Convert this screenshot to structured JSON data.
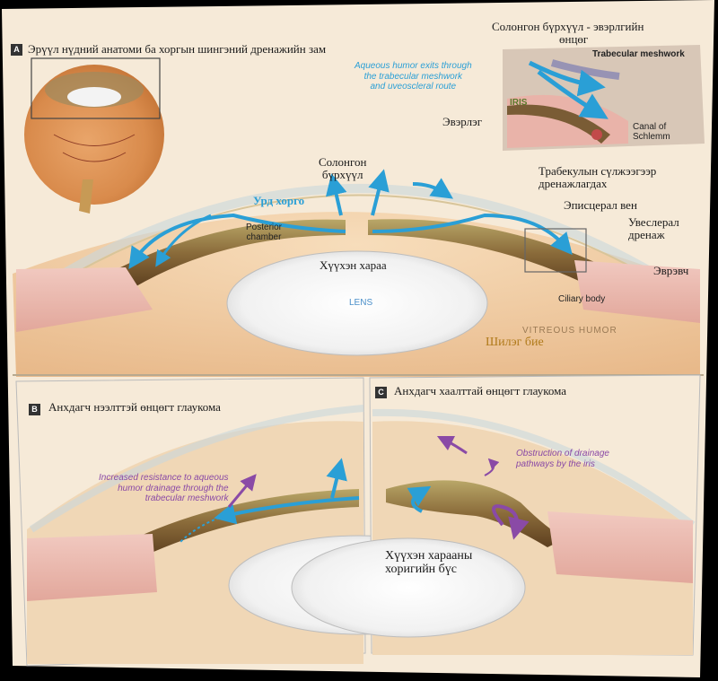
{
  "panel_a": {
    "badge": "A",
    "title": "Эрүүл нүдний анатоми ба хоргын шингэний дренажийн зам",
    "inset_title_line1": "Солонгон бүрхүүл - эвэрлгийн",
    "inset_title_line2": "өнцөг",
    "inset_caption": [
      "Aqueous humor exits through",
      "the trabecular meshwork",
      "and uveoscleral route"
    ],
    "inset_labels": {
      "trabecular": "Trabecular meshwork",
      "iris": "IRIS",
      "canal": [
        "Canal of",
        "Schlemm"
      ]
    },
    "labels": {
      "cornea": "Эвэрлэг",
      "iris": [
        "Солонгон",
        "бүрхүүл"
      ],
      "anterior_chamber": "Урд хорго",
      "posterior_chamber": [
        "Posterior",
        "chamber"
      ],
      "pupil": "Хүүхэн хараа",
      "trabecular_drainage": [
        "Трабекулын сүлжээгээр",
        "дренажлагдах"
      ],
      "episcleral_vein": "Эписцерал вен",
      "uveoscleral": [
        "Увеслерал",
        "дренаж"
      ],
      "sclera": "Эврэвч",
      "lens": "LENS",
      "ciliary_body": "Ciliary body",
      "vitreous": "VITREOUS HUMOR",
      "vitreous_mn": "Шилэг бие"
    }
  },
  "panel_b": {
    "badge": "B",
    "title": "Анхдагч нээлттэй өнцөгт глаукома",
    "caption": [
      "Increased resistance to aqueous",
      "humor drainage through the",
      "trabecular meshwork"
    ]
  },
  "panel_c": {
    "badge": "C",
    "title": "Анхдагч хаалттай өнцөгт глаукома",
    "caption": [
      "Obstruction of drainage",
      "pathways by the iris"
    ],
    "pupil_block": [
      "Хүүхэн харааны",
      "хоригийн бүс"
    ]
  },
  "colors": {
    "paper": "#f6ead8",
    "aqueous_flow": "#2a9fd6",
    "resistance": "#8a4aa6",
    "tissue": "#c9a25a",
    "lens": "#f2f2f2"
  }
}
